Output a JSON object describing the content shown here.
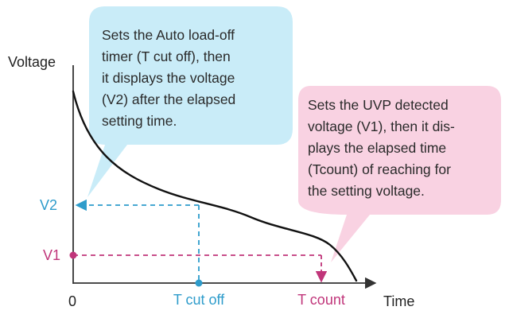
{
  "axes": {
    "y_label": "Voltage",
    "x_label": "Time",
    "origin_label": "0"
  },
  "markers": {
    "v2": "V2",
    "v1": "V1",
    "t_cut_off": "T cut off",
    "t_count": "T count"
  },
  "callouts": {
    "auto_load_off": {
      "lines": [
        "Sets the Auto load-off",
        "timer (T cut off), then",
        "it displays the voltage",
        "(V2) after the elapsed",
        "setting time."
      ]
    },
    "uvp": {
      "lines": [
        "Sets the UVP detected",
        "voltage (V1), then it dis-",
        "plays the elapsed time",
        "(Tcount) of reaching for",
        "the setting voltage."
      ]
    }
  },
  "colors": {
    "blue_bubble": "#c9ecf8",
    "pink_bubble": "#f9d2e2",
    "blue_accent": "#2e9ccb",
    "pink_accent": "#c0357a",
    "curve": "#111111",
    "axis": "#333333"
  }
}
